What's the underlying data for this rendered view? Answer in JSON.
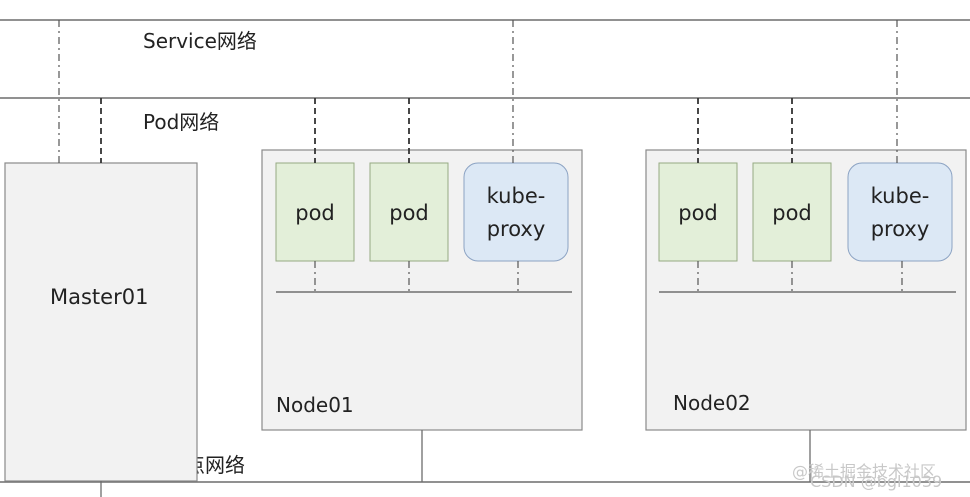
{
  "networks": {
    "service": "Service网络",
    "pod": "Pod网络",
    "node": "节点网络"
  },
  "master": {
    "label": "Master01"
  },
  "nodes": [
    {
      "label": "Node01",
      "components": [
        "pod",
        "pod",
        "kube-proxy"
      ]
    },
    {
      "label": "Node02",
      "components": [
        "pod",
        "pod",
        "kube-proxy"
      ]
    }
  ],
  "component_labels": {
    "pod": "pod",
    "kube_proxy_line1": "kube-",
    "kube_proxy_line2": "proxy"
  },
  "watermark": {
    "line1": "@稀土掘金技术社区",
    "line2": "CSDN @bgl1039"
  },
  "colors": {
    "line": "#6d6d6d",
    "box_fill": "#f2f2f2",
    "box_stroke": "#8a8a8a",
    "pod_fill": "#e3efd9",
    "pod_stroke": "#96aa82",
    "proxy_fill": "#dce8f5",
    "proxy_stroke": "#8ca3c3"
  }
}
